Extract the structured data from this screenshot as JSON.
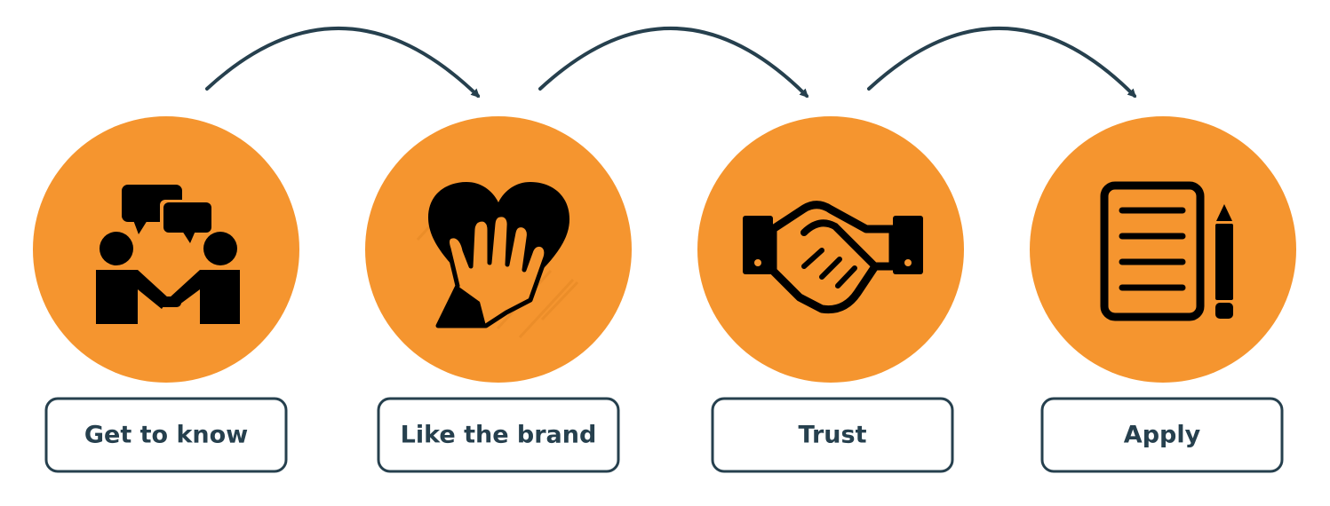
{
  "colors": {
    "accent": "#f5952f",
    "dark": "#26404e",
    "icon": "#000000"
  },
  "steps": [
    {
      "label": "Get to know",
      "icon": "conversation-icon"
    },
    {
      "label": "Like the brand",
      "icon": "hand-on-heart-icon"
    },
    {
      "label": "Trust",
      "icon": "handshake-icon"
    },
    {
      "label": "Apply",
      "icon": "document-pen-icon"
    }
  ]
}
